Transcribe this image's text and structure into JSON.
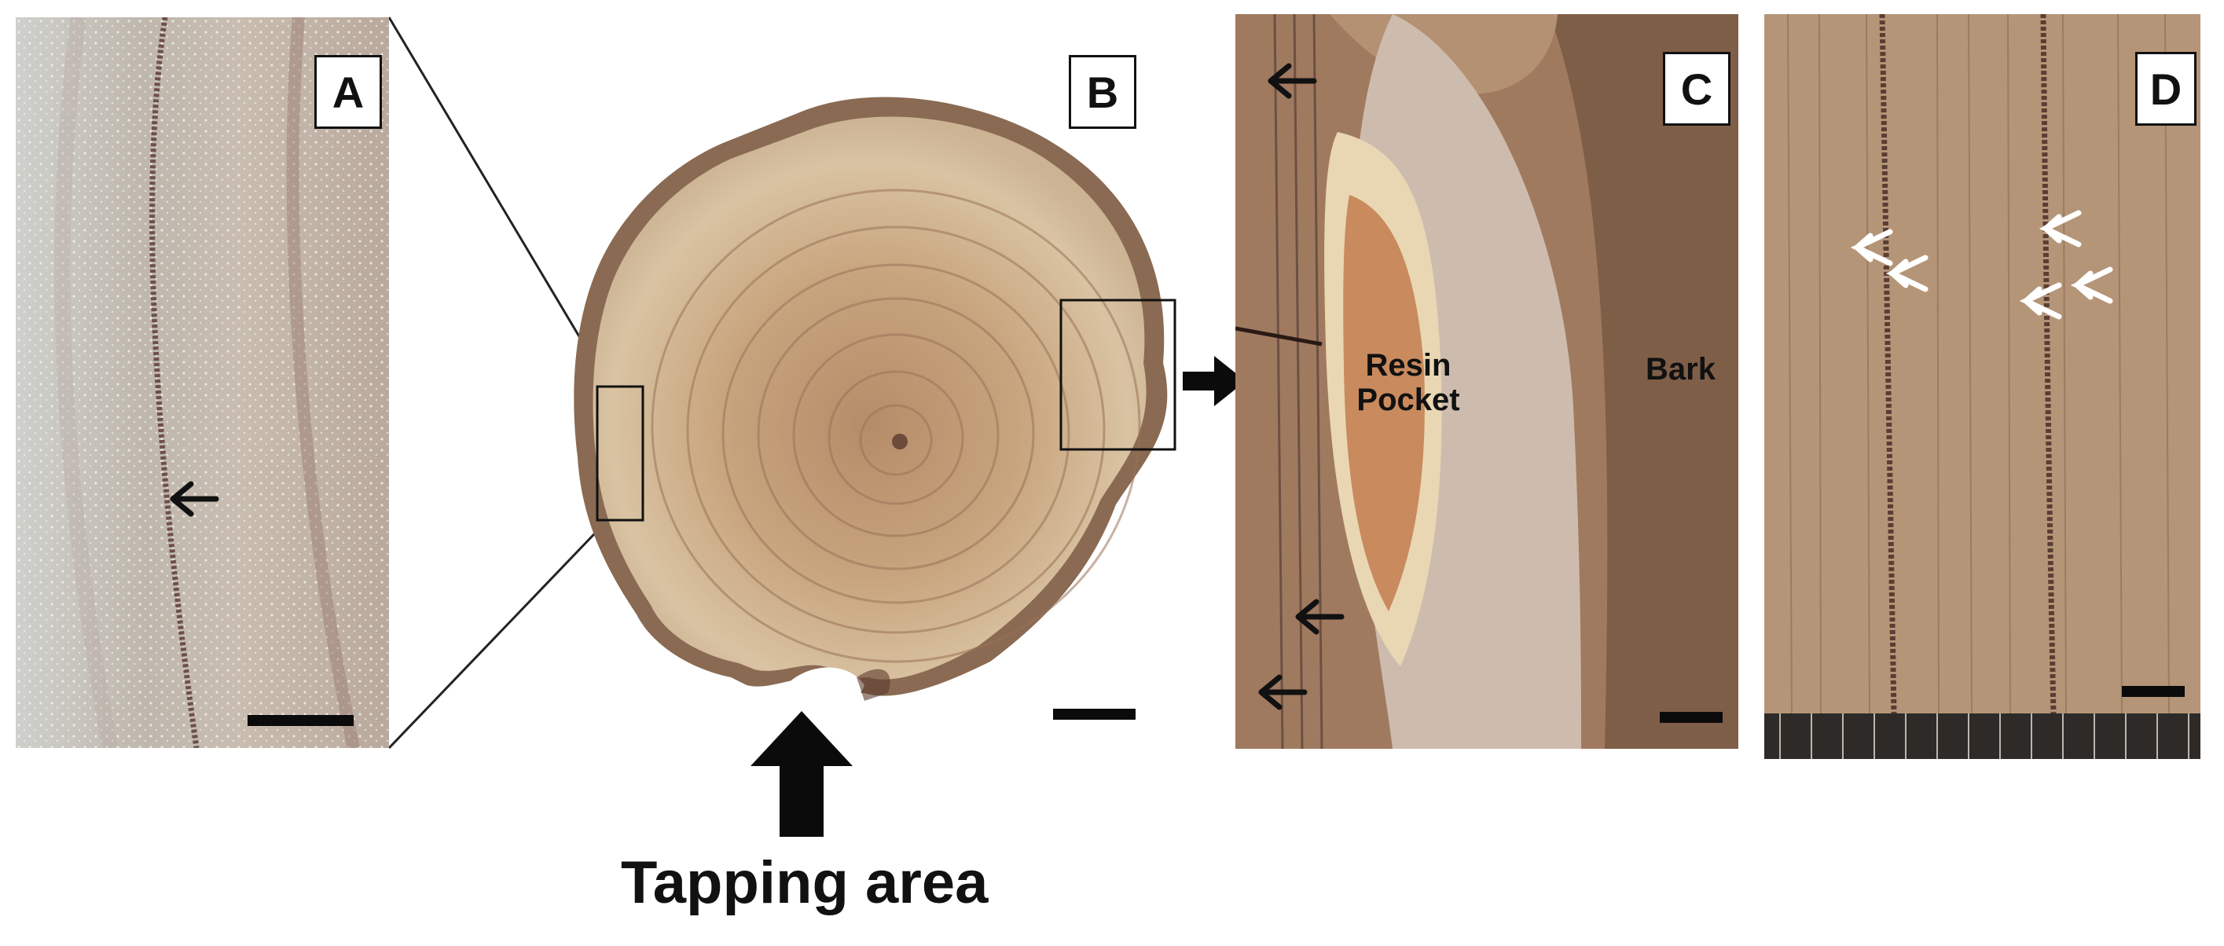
{
  "panels": {
    "a": {
      "letter": "A"
    },
    "b": {
      "letter": "B"
    },
    "c": {
      "letter": "C",
      "resin_label": "Resin\nPocket",
      "bark_label": "Bark"
    },
    "d": {
      "letter": "D"
    }
  },
  "caption": {
    "text": "Tapping area"
  },
  "colors": {
    "wood_light": "#d9c8ad",
    "wood_mid": "#c8a57e",
    "wood_dark": "#a47c5b",
    "bark": "#7f5e48",
    "resin": "#c98a5e",
    "ring_line": "#5a3d33",
    "black": "#0b0b0b",
    "white": "#ffffff"
  },
  "icons": [
    "arrow-left-icon",
    "arrow-right-icon",
    "arrow-up-icon",
    "chevron-left-marker-icon"
  ]
}
